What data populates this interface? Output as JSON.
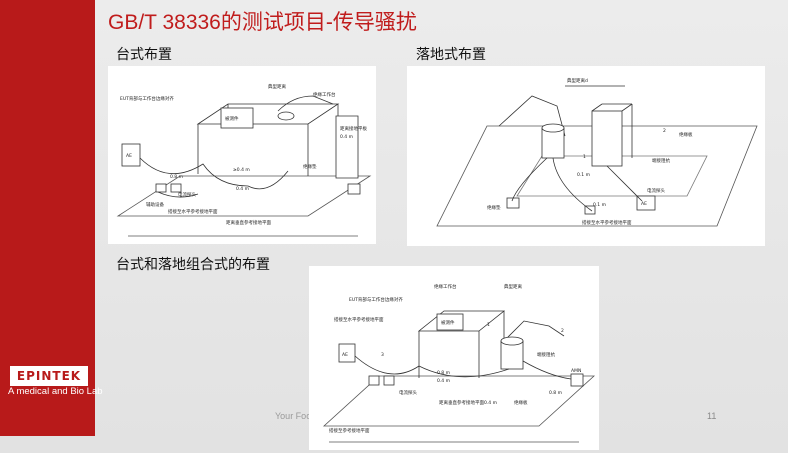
{
  "slide": {
    "title": "GB/T 38336的测试项目-传导骚扰",
    "footer_text": "Your Foo",
    "page_number": "11"
  },
  "brand": {
    "logo_text": "EPINTEK",
    "tagline": "A medical and Bio Lab",
    "accent_color": "#b81a1a"
  },
  "sections": {
    "tabletop_label": "台式布置",
    "floor_label": "落地式布置",
    "combo_label": "台式和落地组合式的布置"
  },
  "diagram_tabletop": {
    "texts": [
      "典型距离",
      "EUT背部与工作台边缘对齐",
      "绝缘工作台",
      "被测件",
      "距离接地平板",
      "0.4 m",
      "AE",
      "0.8 m",
      "0.4 m",
      "电流探头",
      "辅助设备",
      "搭接至水平参考接地平面",
      "距离垂直参考接地平面",
      "绝缘垫",
      "≥0.4 m"
    ]
  },
  "diagram_floor": {
    "texts": [
      "典型距离d",
      "绝缘板",
      "端接阻抗",
      "电流探头",
      "绝缘垫",
      "AE",
      "搭接至水平参考接地平面",
      "0.1 m",
      "0.1 m",
      "1",
      "2"
    ]
  },
  "diagram_combo": {
    "texts": [
      "绝缘工作台",
      "典型距离",
      "EUT背部与工作台边缘对齐",
      "搭接至水平参考接地平面",
      "被测件",
      "AE",
      "0.8 m",
      "0.4 m",
      "电流探头",
      "距离垂直参考接地平面0.4 m",
      "绝缘板",
      "端接阻抗",
      "AMN",
      "0.8 m",
      "搭接至参考接地平面",
      "1",
      "2",
      "3"
    ]
  }
}
